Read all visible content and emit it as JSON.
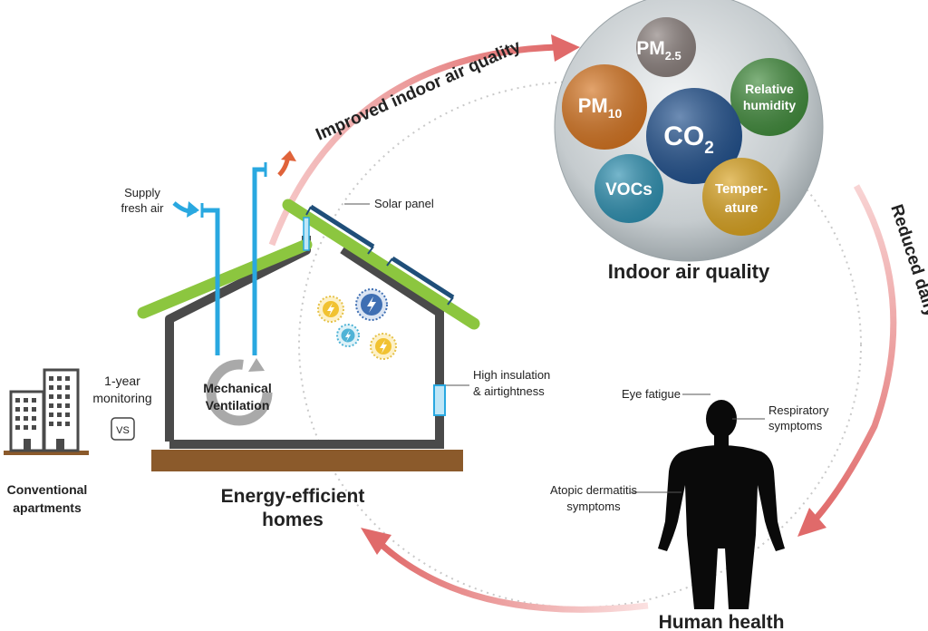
{
  "arrows": {
    "top": "Improved indoor air quality",
    "right": "Reduced daily risks of symptoms"
  },
  "house": {
    "title_line1": "Energy-efficient",
    "title_line2": "homes",
    "supply_line1": "Supply",
    "supply_line2": "fresh air",
    "solar_panel": "Solar panel",
    "insulation_line1": "High insulation",
    "insulation_line2": "& airtightness",
    "ventilation_line1": "Mechanical",
    "ventilation_line2": "Ventilation"
  },
  "comparison": {
    "monitoring_line1": "1-year",
    "monitoring_line2": "monitoring",
    "vs": "VS",
    "conventional_line1": "Conventional",
    "conventional_line2": "apartments"
  },
  "air_quality": {
    "title": "Indoor air quality",
    "pm25_main": "PM",
    "pm25_sub": "2.5",
    "pm10_main": "PM",
    "pm10_sub": "10",
    "co2_main": "CO",
    "co2_sub": "2",
    "humidity_line1": "Relative",
    "humidity_line2": "humidity",
    "vocs": "VOCs",
    "temp_line1": "Temper-",
    "temp_line2": "ature"
  },
  "health": {
    "title": "Human health",
    "eye": "Eye fatigue",
    "resp_line1": "Respiratory",
    "resp_line2": "symptoms",
    "atopic_line1": "Atopic dermatitis",
    "atopic_line2": "symptoms"
  },
  "colors": {
    "arrow": "#e06a6a",
    "roof": "#8cc63f",
    "wall": "#4a4a4a",
    "ground": "#8b5a2b",
    "duct": "#29a8e0",
    "panel": "#1f4e79",
    "pm25": "#8a7f7c",
    "pm10": "#d4731f",
    "co2": "#1f4f8c",
    "humidity": "#3f8a3a",
    "vocs": "#2c8fb0",
    "temp": "#d9a21e"
  }
}
